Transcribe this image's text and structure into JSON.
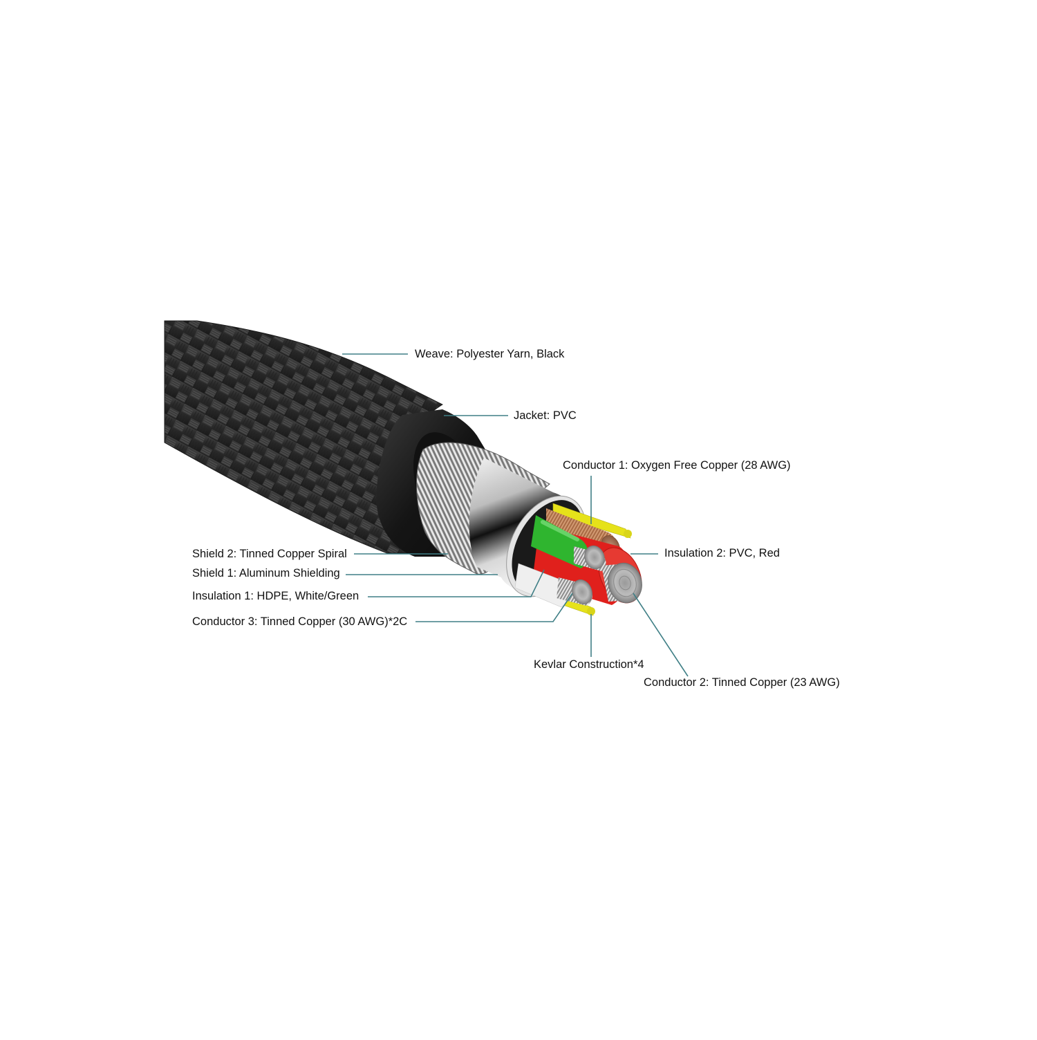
{
  "diagram": {
    "subject": "Braided cable cross-section",
    "leader_color": "#3f7f86",
    "colors": {
      "weave": "#2e2e2e",
      "jacket": "#1a1a1a",
      "shield_spiral": "#bdbdbd",
      "aluminum": "#d9d9d9",
      "insulation_green": "#2fb52f",
      "insulation_white": "#efefef",
      "insulation_red": "#e0201c",
      "kevlar": "#e6e21a",
      "copper": "#b5734a",
      "tinned": "#c8c8c8"
    },
    "labels": [
      {
        "id": "weave",
        "text": "Weave: Polyester Yarn, Black"
      },
      {
        "id": "jacket",
        "text": "Jacket: PVC"
      },
      {
        "id": "conductor1",
        "text": "Conductor 1: Oxygen Free Copper (28 AWG)"
      },
      {
        "id": "insulation2",
        "text": "Insulation 2: PVC, Red"
      },
      {
        "id": "shield2",
        "text": "Shield 2: Tinned Copper Spiral"
      },
      {
        "id": "shield1",
        "text": "Shield 1: Aluminum Shielding"
      },
      {
        "id": "insulation1",
        "text": "Insulation 1: HDPE, White/Green"
      },
      {
        "id": "conductor3",
        "text": "Conductor 3: Tinned Copper (30 AWG)*2C"
      },
      {
        "id": "kevlar",
        "text": "Kevlar Construction*4"
      },
      {
        "id": "conductor2",
        "text": "Conductor 2: Tinned Copper (23 AWG)"
      }
    ]
  }
}
